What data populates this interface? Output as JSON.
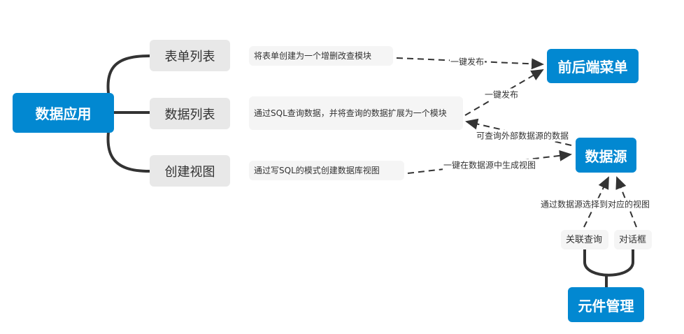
{
  "root": {
    "label": "数据应用"
  },
  "branches": [
    {
      "label": "表单列表",
      "note": "将表单创建为一个增删改查模块"
    },
    {
      "label": "数据列表",
      "note": "通过SQL查询数据，并将查询的数据扩展为一个模块"
    },
    {
      "label": "创建视图",
      "note": "通过写SQL的模式创建数据库视图"
    }
  ],
  "targets": {
    "menu": "前后端菜单",
    "datasource": "数据源",
    "components": "元件管理"
  },
  "components_children": [
    "关联查询",
    "对话框"
  ],
  "edges": {
    "publish1": "一键发布",
    "publish2": "一键发布",
    "external": "可查询外部数据源的数据",
    "gen_view": "一键在数据源中生成视图",
    "select_view": "通过数据源选择到对应的视图"
  },
  "colors": {
    "primary": "#0288d1",
    "branch": "#e8e8e8",
    "note": "#f5f5f5",
    "line": "#333333"
  }
}
